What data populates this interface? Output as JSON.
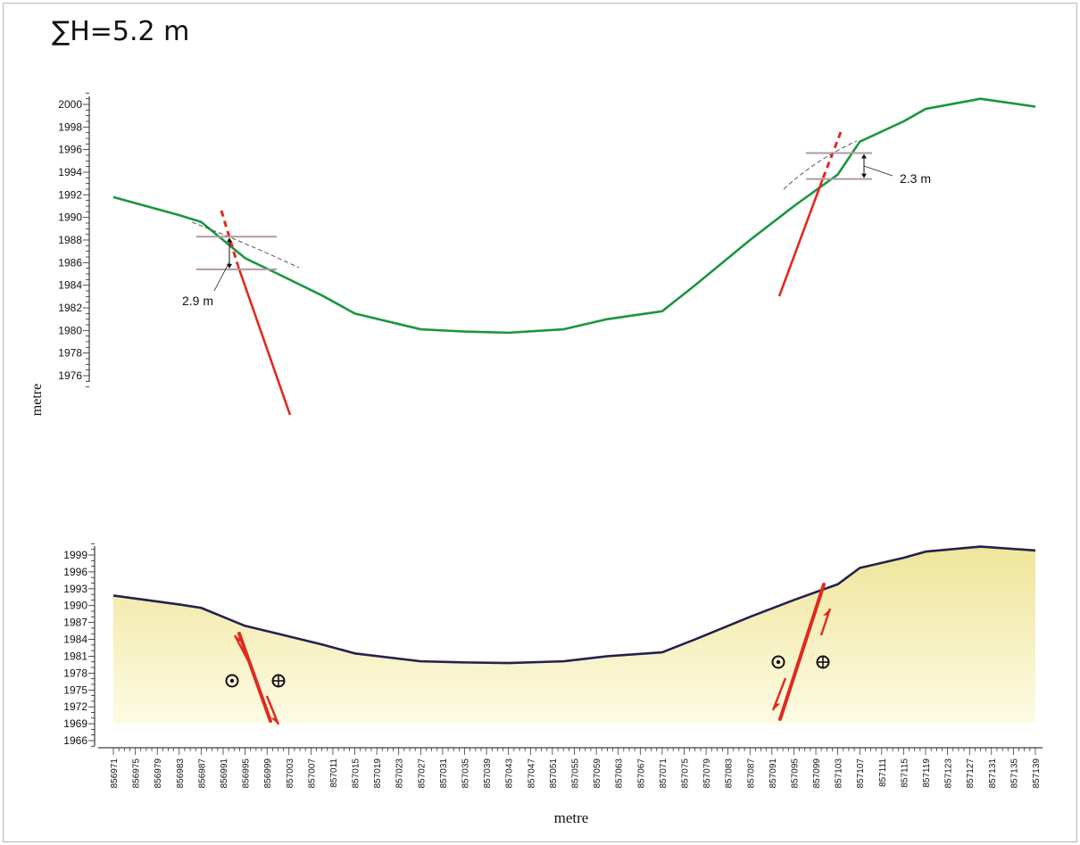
{
  "title": "∑H=5.2 m",
  "colors": {
    "profile_line": "#1a9640",
    "fault": "#e02a1e",
    "measure_line": "#b09aa4",
    "fill_top": "#efe59a",
    "fill_bottom": "#fdfbe4",
    "terrain_edge": "#24214f"
  },
  "chart_data": [
    {
      "type": "line",
      "title": "∑H=5.2 m",
      "ylabel": "metre",
      "ylim": [
        1974,
        2001
      ],
      "y_ticks": [
        2000,
        1998,
        1996,
        1994,
        1992,
        1990,
        1988,
        1986,
        1984,
        1982,
        1980,
        1978,
        1976
      ],
      "series": [
        {
          "x": [
            856971,
            856977,
            856983,
            856987,
            856991,
            856995,
            857001,
            857009,
            857015,
            857027,
            857035,
            857043,
            857053,
            857061,
            857071,
            857077,
            857087,
            857095,
            857103,
            857107,
            857115,
            857119,
            857129,
            857139
          ],
          "y": [
            1991.8,
            1991.0,
            1990.2,
            1989.6,
            1988.0,
            1986.4,
            1985.0,
            1983.1,
            1981.5,
            1980.1,
            1979.9,
            1979.8,
            1980.1,
            1981.0,
            1981.7,
            1984.0,
            1988.0,
            1991.0,
            1993.8,
            1996.7,
            1998.5,
            1999.6,
            2000.5,
            1999.8
          ]
        }
      ],
      "annotations": [
        "2.9 m",
        "2.3 m"
      ],
      "faults": [
        "left fault",
        "right fault"
      ],
      "offsets": [
        {
          "label": "2.9 m",
          "upper": 1988.3,
          "lower": 1985.4
        },
        {
          "label": "2.3 m",
          "upper": 1995.7,
          "lower": 1993.4
        }
      ]
    },
    {
      "type": "area",
      "xlabel": "metre",
      "ylim": [
        1966,
        2001
      ],
      "y_ticks": [
        1999,
        1996,
        1993,
        1990,
        1987,
        1984,
        1981,
        1978,
        1975,
        1972,
        1969,
        1966
      ],
      "x_ticks": [
        "856971",
        "856975",
        "856979",
        "856983",
        "856987",
        "856991",
        "856995",
        "856999",
        "857003",
        "857007",
        "857011",
        "857015",
        "857019",
        "857023",
        "857027",
        "857031",
        "857035",
        "857039",
        "857043",
        "857047",
        "857051",
        "857055",
        "857059",
        "857063",
        "857067",
        "857071",
        "857075",
        "857079",
        "857083",
        "857087",
        "857091",
        "857095",
        "857099",
        "857103",
        "857107",
        "857111",
        "857115",
        "857119",
        "857123",
        "857127",
        "857131",
        "857135",
        "857139"
      ],
      "series": [
        {
          "x": [
            856971,
            856977,
            856983,
            856987,
            856991,
            856995,
            857001,
            857009,
            857015,
            857027,
            857035,
            857043,
            857053,
            857061,
            857071,
            857077,
            857087,
            857095,
            857103,
            857107,
            857115,
            857119,
            857129,
            857139
          ],
          "y": [
            1991.8,
            1991.0,
            1990.2,
            1989.6,
            1988.0,
            1986.4,
            1985.0,
            1983.1,
            1981.5,
            1980.1,
            1979.9,
            1979.8,
            1980.1,
            1981.0,
            1981.7,
            1984.0,
            1988.0,
            1991.0,
            1993.8,
            1996.7,
            1998.5,
            1999.6,
            2000.5,
            1999.8
          ]
        }
      ],
      "fill_base": 1969
    }
  ]
}
